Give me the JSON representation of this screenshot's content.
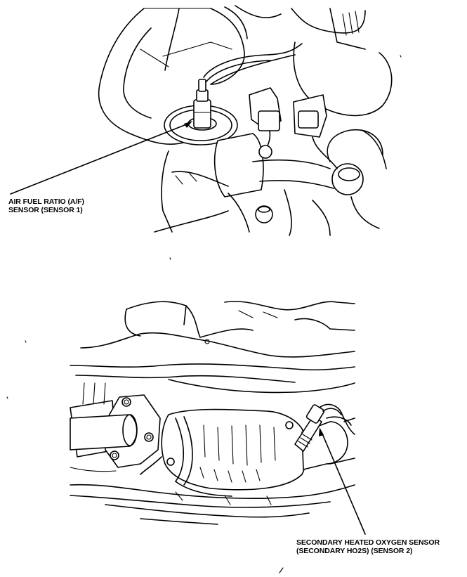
{
  "labels": {
    "af_sensor_line1": "AIR FUEL RATIO (A/F)",
    "af_sensor_line2": "SENSOR (SENSOR 1)",
    "ho2s_line1": "SECONDARY HEATED OXYGEN SENSOR",
    "ho2s_line2": "(SECONDARY HO2S) (SENSOR 2)"
  }
}
